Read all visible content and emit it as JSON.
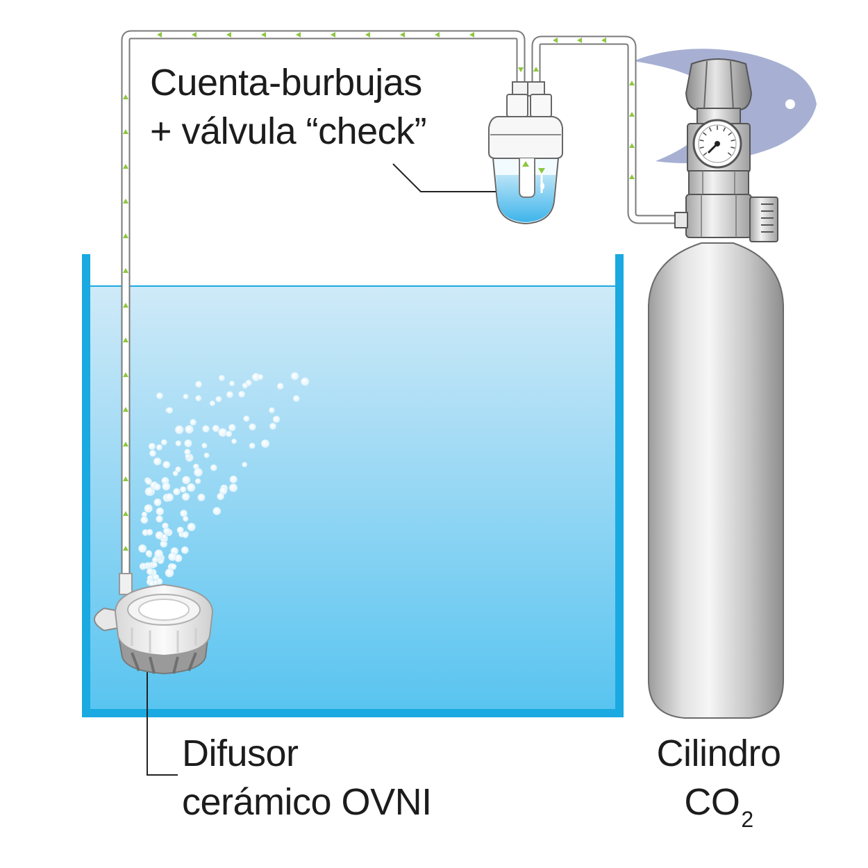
{
  "labels": {
    "counter": {
      "line1": "Cuenta-burbujas",
      "line2": "+ válvula “check”"
    },
    "diffuser": {
      "line1": "Difusor",
      "line2": "cerámico OVNI"
    },
    "cylinder": {
      "line1": "Cilindro",
      "line2_main": "CO",
      "line2_sub": "2"
    }
  },
  "colors": {
    "water_top": "#c6e8f8",
    "water_bottom": "#58c4f0",
    "tank_wall": "#1aa9e0",
    "tube_stroke": "#7a7a7a",
    "gas_arrow": "#8cc63f",
    "fish_logo": "#8a96c4"
  }
}
